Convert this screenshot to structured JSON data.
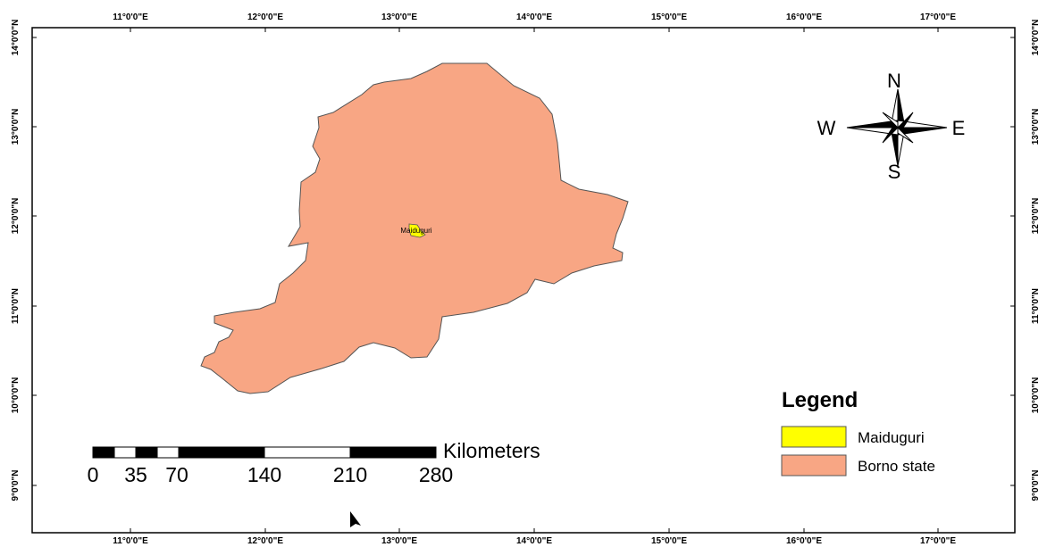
{
  "map": {
    "top_ticks": [
      "11°0'0\"E",
      "12°0'0\"E",
      "13°0'0\"E",
      "14°0'0\"E",
      "15°0'0\"E",
      "16°0'0\"E",
      "17°0'0\"E"
    ],
    "bottom_ticks": [
      "11°0'0\"E",
      "12°0'0\"E",
      "13°0'0\"E",
      "14°0'0\"E",
      "15°0'0\"E",
      "16°0'0\"E",
      "17°0'0\"E"
    ],
    "left_ticks": [
      "14°0'0\"N",
      "13°0'0\"N",
      "12°0'0\"N",
      "11°0'0\"N",
      "10°0'0\"N",
      "9°0'0\"N"
    ],
    "right_ticks": [
      "14°0'0\"N",
      "13°0'0\"N",
      "12°0'0\"N",
      "11°0'0\"N",
      "10°0'0\"N",
      "9°0'0\"N"
    ],
    "city_label": "Maiduguri"
  },
  "compass": {
    "n": "N",
    "s": "S",
    "e": "E",
    "w": "W"
  },
  "legend": {
    "title": "Legend",
    "items": [
      {
        "label": "Maiduguri",
        "color": "#ffff00"
      },
      {
        "label": "Borno state",
        "color": "#f8a684"
      }
    ]
  },
  "scale_bar": {
    "unit": "Kilometers",
    "labels": [
      "0",
      "35",
      "70",
      "140",
      "210",
      "280"
    ]
  },
  "colors": {
    "borno": "#f8a684",
    "maiduguri": "#ffff00",
    "outline": "#555555"
  }
}
